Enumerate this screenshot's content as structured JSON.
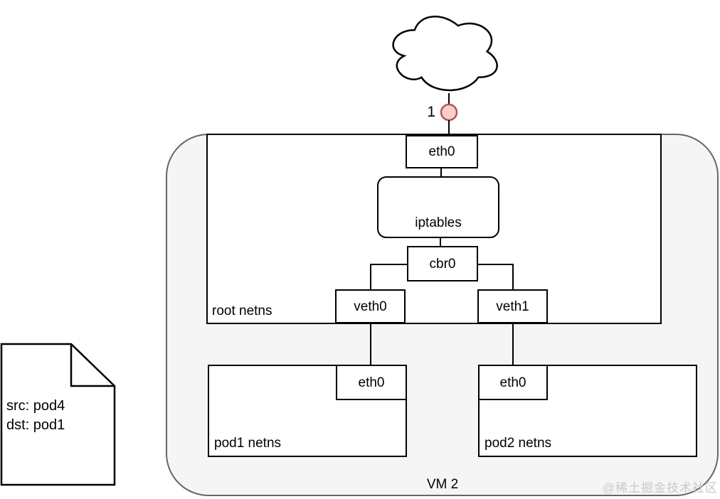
{
  "diagram": {
    "title_context": "pod-to-pod networking diagram",
    "hop_marker": {
      "number": "1"
    },
    "nodes": {
      "eth0_root": "eth0",
      "iptables": "iptables",
      "cbr0": "cbr0",
      "veth0": "veth0",
      "veth1": "veth1",
      "pod1_eth0": "eth0",
      "pod2_eth0": "eth0"
    },
    "containers": {
      "root_netns": "root netns",
      "pod1_netns": "pod1 netns",
      "pod2_netns": "pod2 netns",
      "vm": "VM 2"
    },
    "note": {
      "line1": "src: pod4",
      "line2": "dst: pod1"
    },
    "watermark": "@稀土掘金技术社区",
    "colors": {
      "node_border": "#000000",
      "node_fill": "#ffffff",
      "vm_fill": "#f5f5f6",
      "vm_border": "#666666",
      "hop_marker_fill": "#f8cecc",
      "hop_marker_border": "#b85450",
      "watermark_text": "#c9c9c9"
    }
  }
}
